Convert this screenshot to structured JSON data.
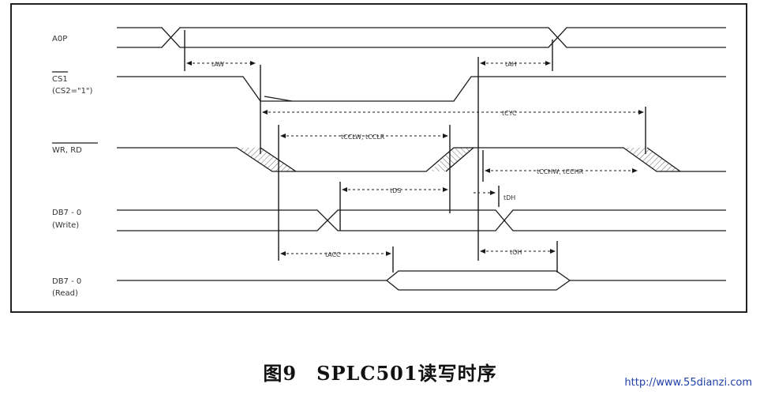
{
  "figure": {
    "signals": {
      "a0p": "A0P",
      "cs1_line1": "CS1",
      "cs1_line2": "(CS2=\"1\")",
      "wr_rd": "WR, RD",
      "db_write_line1": "DB7 - 0",
      "db_write_line2": "(Write)",
      "db_read_line1": "DB7 - 0",
      "db_read_line2": "(Read)"
    },
    "timings": {
      "taw_left": "tAW",
      "tah_right": "tAH",
      "tcyc": "tCYC",
      "tcc_left": "tCCLW, tCCLR",
      "tcc_right": "tCCHW, tCCHR",
      "tds": "tDS",
      "tdh": "tDH",
      "tacc": "tACC",
      "toh": "tOH"
    }
  },
  "caption": "图9　SPLC501读写时序",
  "watermark": "http://www.55dianzi.com"
}
